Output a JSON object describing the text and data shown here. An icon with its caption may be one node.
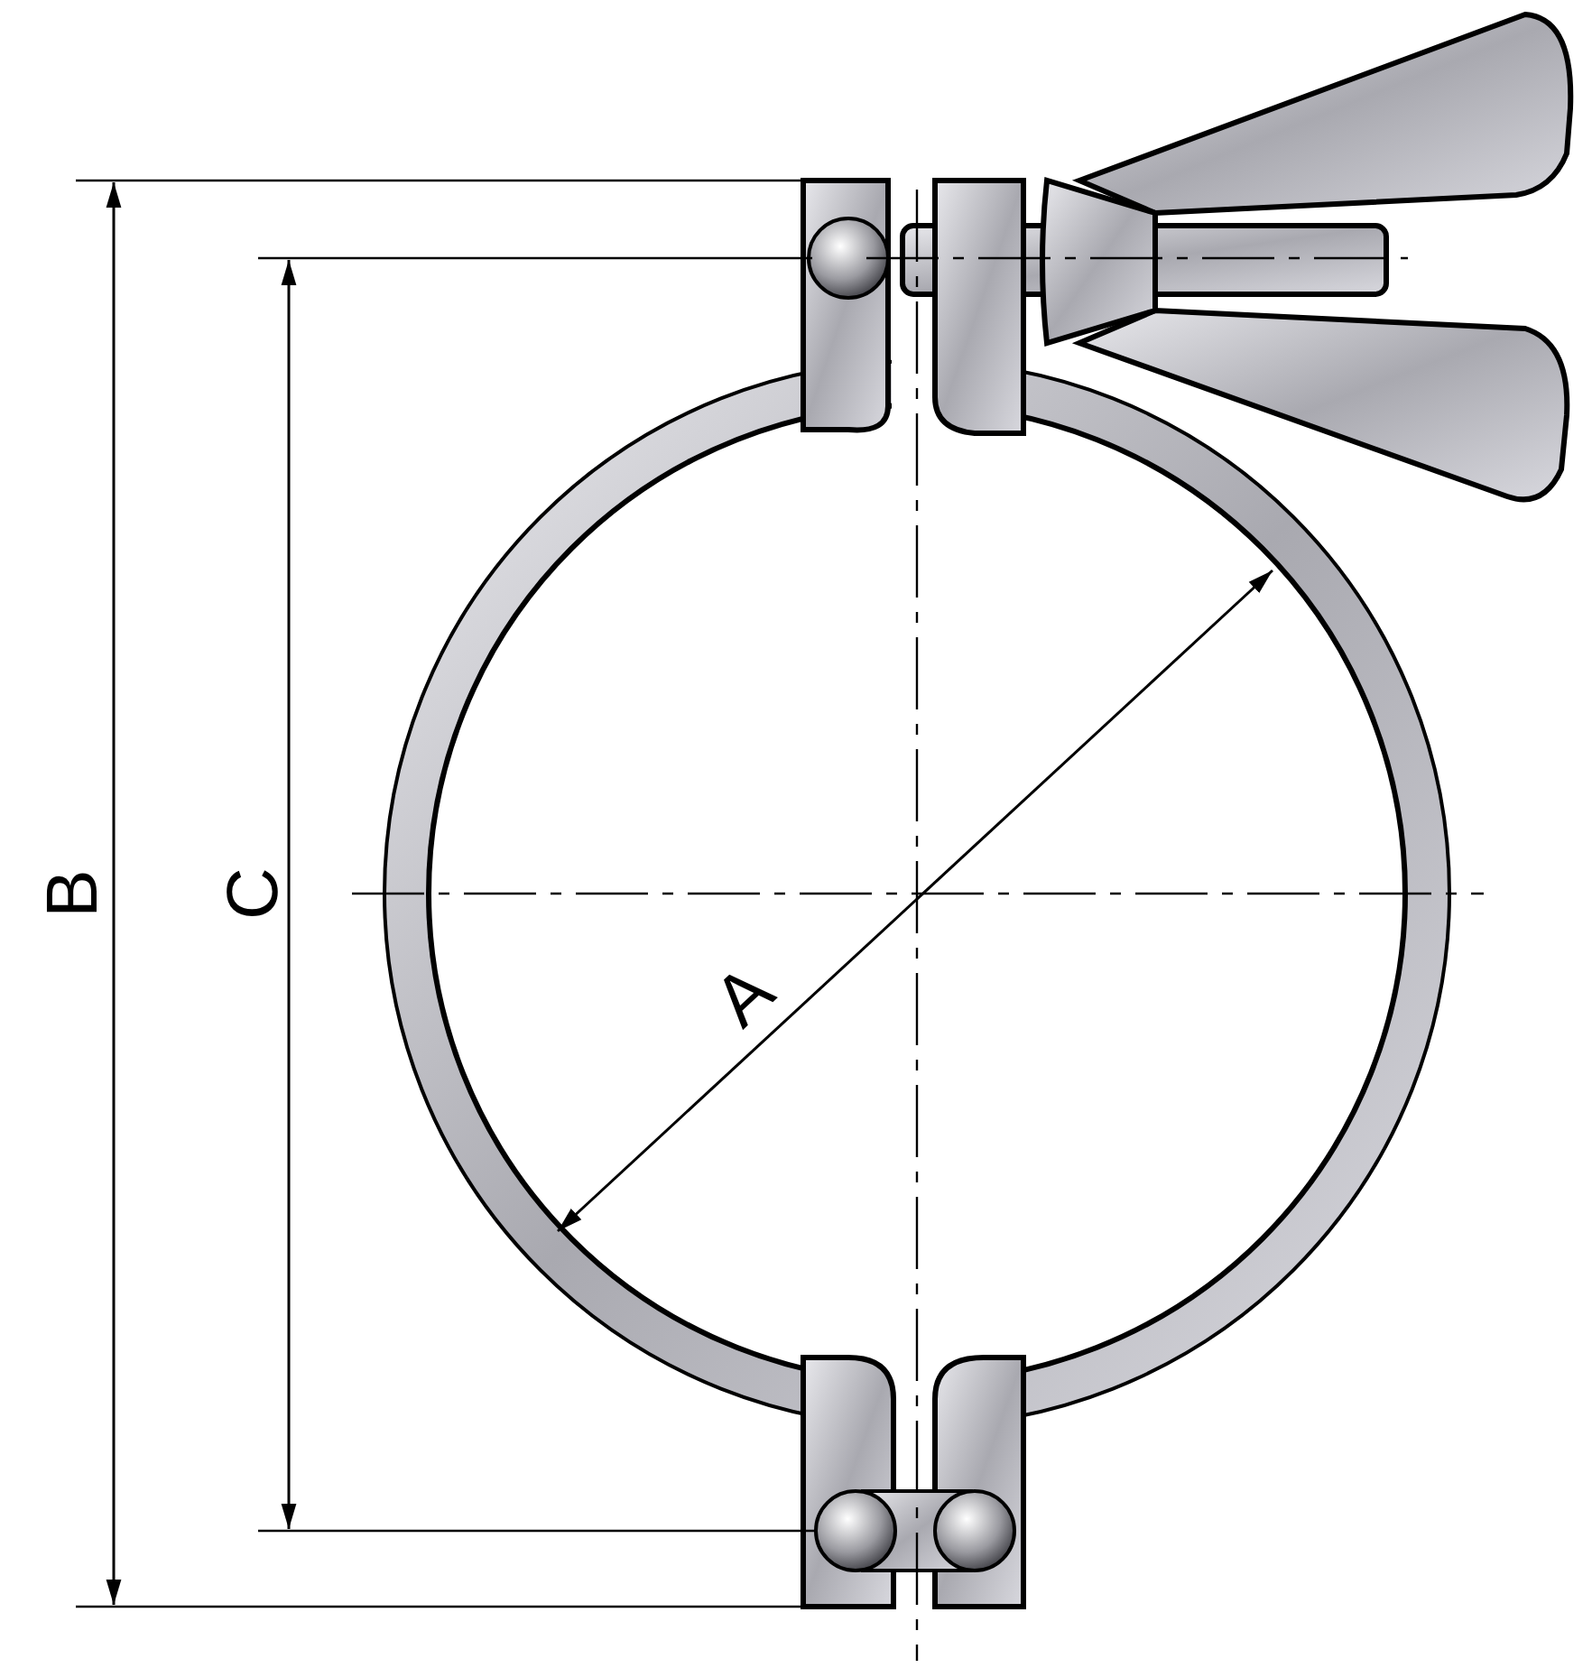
{
  "diagram": {
    "labels": [
      "B",
      "C",
      "A"
    ]
  }
}
